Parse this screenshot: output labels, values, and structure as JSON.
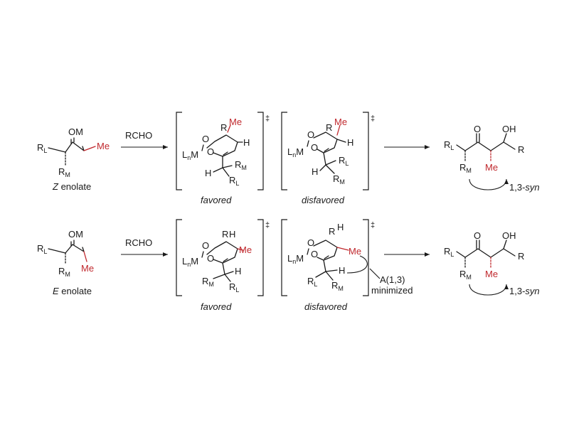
{
  "colors": {
    "ink": "#1a1a1a",
    "highlight": "#c0282d"
  },
  "labels": {
    "OM": "OM",
    "R": "R",
    "L": "L",
    "M": "M",
    "n": "n",
    "Me": "Me",
    "H": "H",
    "O": "O",
    "OH": "OH",
    "LnM": "L",
    "M_atom": "M",
    "dagger": "‡"
  },
  "row1": {
    "reagent": "RCHO",
    "enolate_prefix": "Z",
    "enolate_suffix": " enolate",
    "ts1_caption": "favored",
    "ts2_caption": "disfavored",
    "product_caption_prefix": "1,3-",
    "product_caption_italic": "syn"
  },
  "row2": {
    "reagent": "RCHO",
    "enolate_prefix": "E",
    "enolate_suffix": " enolate",
    "ts1_caption": "favored",
    "ts2_caption": "disfavored",
    "strain_line1": "A(1,3)",
    "strain_line2": "minimized",
    "product_caption_prefix": "1,3-",
    "product_caption_italic": "syn"
  }
}
